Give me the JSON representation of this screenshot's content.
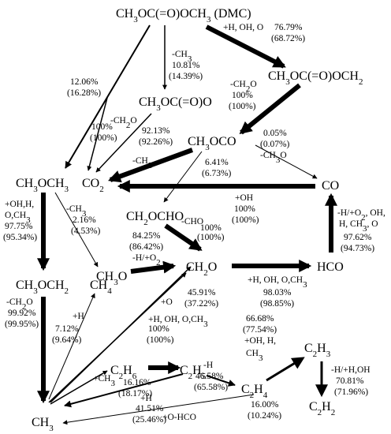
{
  "species": {
    "dmc": "CH3OC(=O)OCH3 (DMC)",
    "ch3oc_o_o": "CH3OC(=O)O",
    "ch3oc_o_och2": "CH3OC(=O)OCH2",
    "ch3oco": "CH3OCO",
    "ch3och3": "CH3OCH3",
    "co2": "CO2",
    "co": "CO",
    "ch2ocho": "CH2OCHO",
    "ch3och2": "CH3OCH2",
    "ch3o": "CH3O",
    "ch2o": "CH2O",
    "hco": "HCO",
    "ch4": "CH4",
    "c2h6": "C2H6",
    "c2h5": "C2H5",
    "c2h4": "C2H4",
    "c2h3": "C2H3",
    "c2h2": "C2H2",
    "ch3": "CH3"
  },
  "labels": {
    "dmc_to_ch3och3": [
      "12.06%",
      "(16.28%)"
    ],
    "dmc_to_ch3oc_o_o": [
      "-CH3",
      "10.81%",
      "(14.39%)"
    ],
    "dmc_to_ch3oc_o_och2": [
      "+H, OH, O",
      "76.79%",
      "(68.72%)"
    ],
    "ch3oc_o_och2_to_ch3oco": [
      "-CH2O",
      "100%",
      "(100%)"
    ],
    "ch3oc_o_o_to_co2": [
      "-CH2O",
      "100%",
      "(100%)"
    ],
    "ch3oco_to_co2": [
      "92.13%",
      "(92.26%)",
      "-CH3"
    ],
    "ch3oco_to_co": [
      "0.05%",
      "(0.07%)",
      "-CH3O"
    ],
    "ch3oco_to_ch2ocho": [
      "6.41%",
      "(6.73%)"
    ],
    "co_to_co2": [
      "+OH",
      "100%",
      "(100%)"
    ],
    "ch3och3_to_ch3och2": [
      "+OH,H,",
      "O,CH3",
      "97.75%",
      "(95.34%)"
    ],
    "ch3och3_to_ch3o": [
      "-CH3",
      "2.16%",
      "(4.53%)"
    ],
    "ch2ocho_to_ch2o": [
      "-CHO",
      "100%",
      "(100%)"
    ],
    "ch3o_to_ch2o": [
      "84.25%",
      "(86.42%)",
      "-H/+O2"
    ],
    "hco_to_co": [
      "-H/+O2, OH,",
      "H, CH3, O",
      "97.62%",
      "(94.73%)"
    ],
    "ch2o_to_hco": [
      "+H, OH, O,CH3",
      "98.03%",
      "(98.85%)"
    ],
    "ch3och2_to_ch3": [
      "-CH2O",
      "99.92%",
      "(99.95%)"
    ],
    "ch3_to_ch4": [
      "+H",
      "7.12%",
      "(9.64%)"
    ],
    "ch3_to_ch2o": [
      "45.91%",
      "(37.22%)",
      "+O"
    ],
    "ch3_to_ch3o": [
      "+H, OH, O,CH3",
      "100%",
      "(100%)"
    ],
    "ch3_to_c2h6": [
      "+CH3",
      "16.16%",
      "(18.17%)"
    ],
    "c2h5_to_ch3": [
      "+H",
      "41.51%",
      "(25.46%)"
    ],
    "c2h5_to_c2h4": [
      "-H",
      "46.58%",
      "(65.58%)"
    ],
    "c2h4_to_c2h3": [
      "66.68%",
      "(77.54%)",
      "+OH, H,",
      "CH3"
    ],
    "c2h3_to_c2h2": [
      "-H/+H,OH",
      "70.81%",
      "(71.96%)"
    ],
    "c2h4_to_ch3": [
      "+O-HCO",
      "16.00%",
      "(10.24%)"
    ]
  }
}
